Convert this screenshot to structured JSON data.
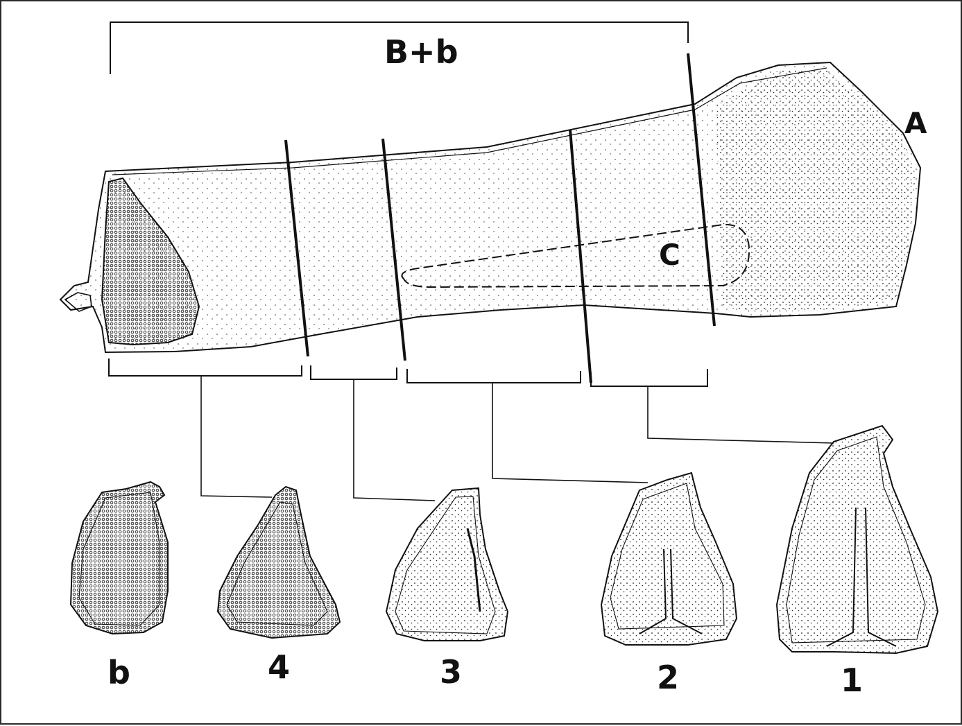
{
  "labels": {
    "bracket_top": "B+b",
    "end_a": "A",
    "cavity_c": "C",
    "section_b": "b",
    "section_4": "4",
    "section_3": "3",
    "section_2": "2",
    "section_1": "1"
  },
  "colors": {
    "ink": "#111111",
    "paper": "#ffffff",
    "border": "#2a2a2a"
  }
}
